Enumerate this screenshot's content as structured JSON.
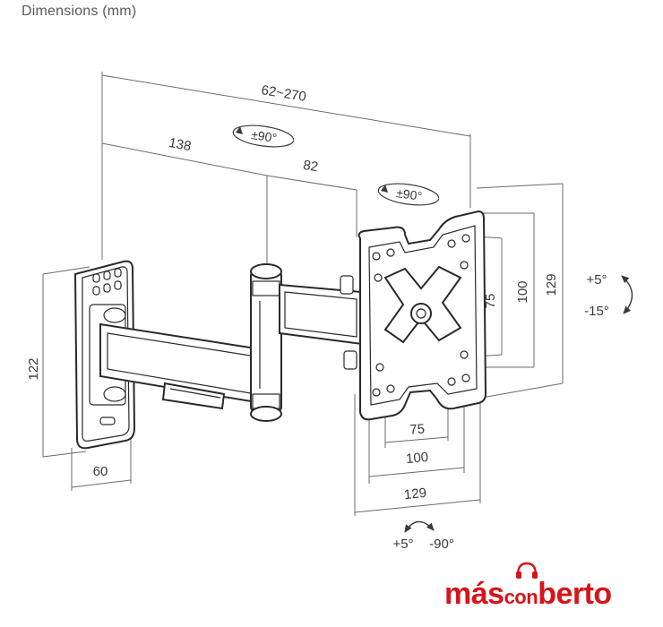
{
  "header": {
    "title": "Dimensions (mm)"
  },
  "dimensions": {
    "arm_extension": "62~270",
    "arm_first": "138",
    "arm_second": "82",
    "wall_plate_height": "122",
    "wall_plate_width": "60",
    "vesa_v_small": "75",
    "vesa_v_mid": "100",
    "vesa_v_large": "129",
    "vesa_h_small": "75",
    "vesa_h_mid": "100",
    "vesa_h_large": "129"
  },
  "rotations": {
    "swivel_arm": "±90°",
    "swivel_head": "±90°",
    "tilt_up": "+5°",
    "tilt_down": "-15°",
    "rotate_left": "+5°",
    "rotate_right": "-90°"
  },
  "brand": {
    "name_part1": "más",
    "name_part2": "con",
    "name_part3": "berto",
    "color": "#d7141a"
  }
}
